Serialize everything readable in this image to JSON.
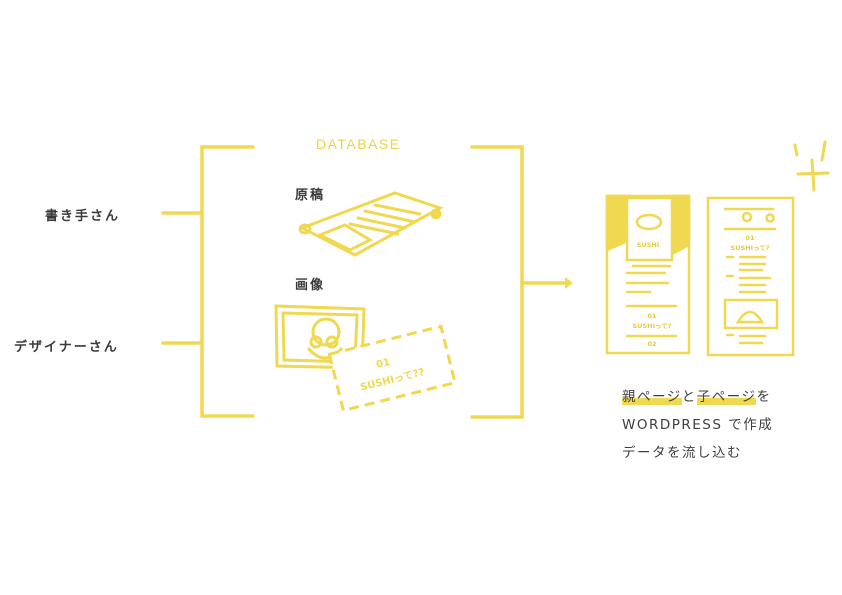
{
  "colors": {
    "accent": "#f0d850",
    "text": "#3f3f3f"
  },
  "left": {
    "writer": "書き手さん",
    "designer": "デザイナーさん"
  },
  "database": {
    "title": "DATABASE",
    "manuscript": "原稿",
    "image": "画像",
    "card_number": "01",
    "card_title": "SUSHIって??"
  },
  "pages": {
    "left_title": "SUSHI",
    "left_number": "01",
    "left_subtitle": "SUSHIって?",
    "left_next": "02",
    "right_number": "01",
    "right_subtitle": "SUSHIって?"
  },
  "output": {
    "line1_parent": "親ページ",
    "line1_and": "と",
    "line1_child": "子ページ",
    "line1_wo": "を",
    "line2": "WORDPRESS で作成",
    "line3": "データを流し込む"
  }
}
